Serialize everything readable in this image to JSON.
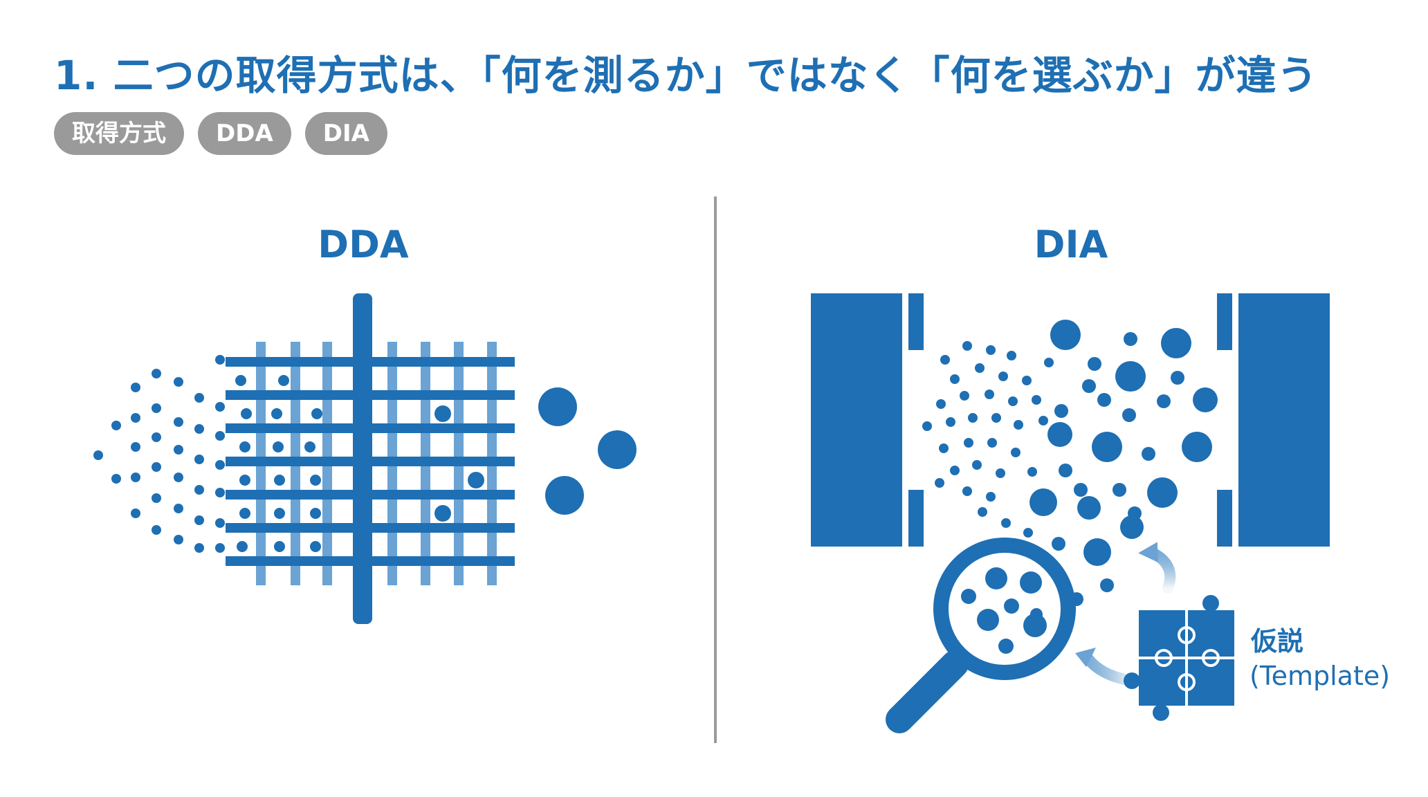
{
  "title": "1. 二つの取得方式は、「何を測るか」ではなく「何を選ぶか」が違う",
  "tags": [
    "取得方式",
    "DDA",
    "DIA"
  ],
  "left_panel": {
    "label": "DDA"
  },
  "right_panel": {
    "label": "DIA",
    "hypothesis_label": "仮説",
    "hypothesis_sub": "(Template)"
  },
  "colors": {
    "primary": "#1e6fb3",
    "light": "#6aa3d4",
    "tag_bg": "#9a9a9a",
    "divider": "#9a9a9a"
  },
  "icons": [
    "filter-grid-icon",
    "mass-window-icon",
    "magnifier-icon",
    "puzzle-icon",
    "arrow-icon"
  ]
}
